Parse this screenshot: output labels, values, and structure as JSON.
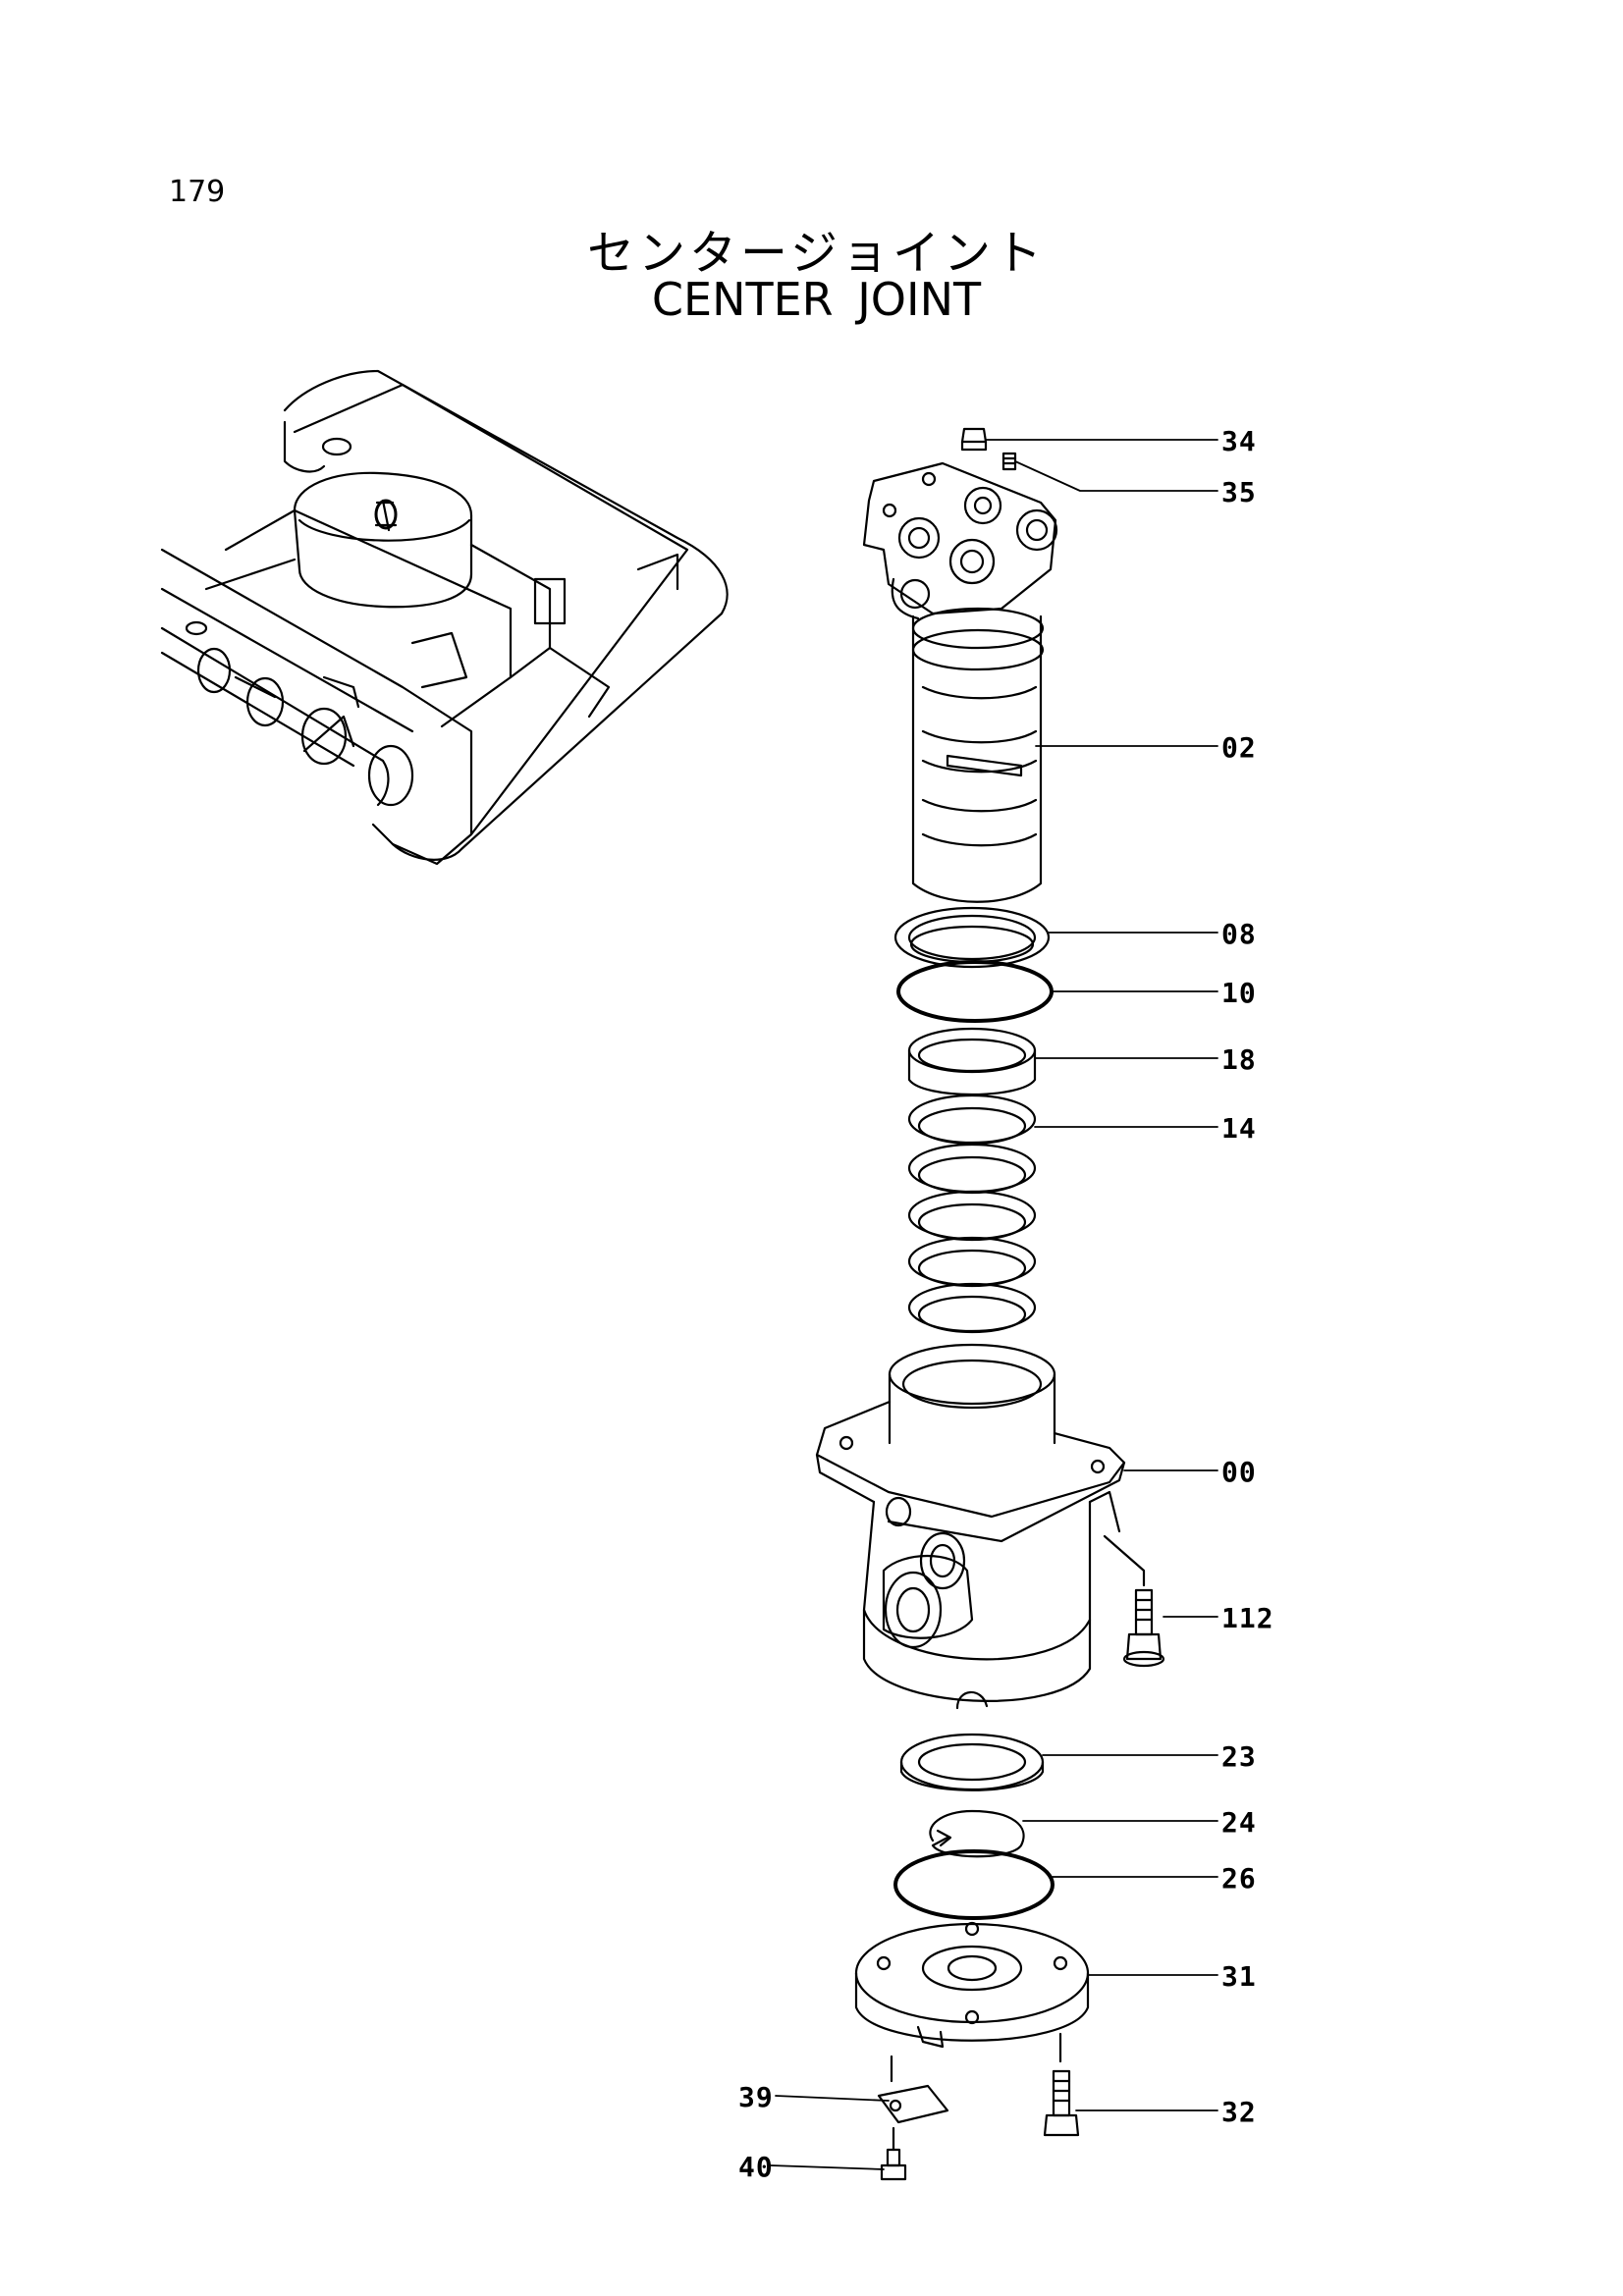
{
  "page": {
    "number": "179"
  },
  "title": {
    "japanese": "センタージョイント",
    "english": "CENTER JOINT"
  },
  "callouts": [
    {
      "id": "34",
      "label": "34"
    },
    {
      "id": "35",
      "label": "35"
    },
    {
      "id": "02",
      "label": "02"
    },
    {
      "id": "08",
      "label": "08"
    },
    {
      "id": "10",
      "label": "10"
    },
    {
      "id": "18",
      "label": "18"
    },
    {
      "id": "14",
      "label": "14"
    },
    {
      "id": "00",
      "label": "00"
    },
    {
      "id": "112",
      "label": "112"
    },
    {
      "id": "23",
      "label": "23"
    },
    {
      "id": "24",
      "label": "24"
    },
    {
      "id": "26",
      "label": "26"
    },
    {
      "id": "31",
      "label": "31"
    },
    {
      "id": "39",
      "label": "39"
    },
    {
      "id": "32",
      "label": "32"
    },
    {
      "id": "40",
      "label": "40"
    }
  ]
}
